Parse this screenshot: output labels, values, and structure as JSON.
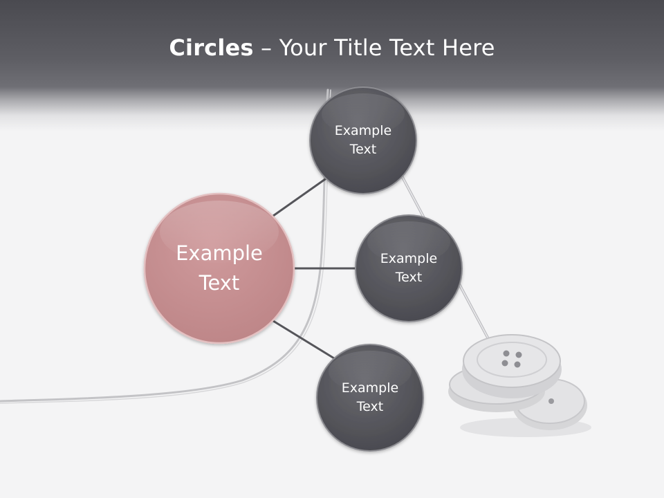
{
  "slide": {
    "title_bold": "Circles",
    "title_rest": " – Your Title Text Here"
  },
  "diagram": {
    "center": {
      "line1": "Example",
      "line2": "Text",
      "color": "#c48d8f"
    },
    "nodes": [
      {
        "line1": "Example",
        "line2": "Text"
      },
      {
        "line1": "Example",
        "line2": "Text"
      },
      {
        "line1": "Example",
        "line2": "Text"
      }
    ],
    "node_color": "#56565c",
    "connector_color": "#55555a"
  }
}
